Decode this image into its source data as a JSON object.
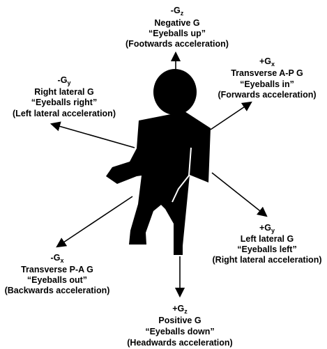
{
  "colors": {
    "figure": "#000000",
    "background": "#ffffff",
    "arrow": "#000000"
  },
  "axes": {
    "neg_gz": {
      "designation": {
        "sign": "-",
        "letter": "G",
        "axis": "z"
      },
      "name": "Negative G",
      "eyeballs": "“Eyeballs up”",
      "acceleration": "(Footwards acceleration)"
    },
    "pos_gx": {
      "designation": {
        "sign": "+",
        "letter": "G",
        "axis": "x"
      },
      "name": "Transverse A-P G",
      "eyeballs": "“Eyeballs in”",
      "acceleration": "(Forwards acceleration)"
    },
    "neg_gy": {
      "designation": {
        "sign": "-",
        "letter": "G",
        "axis": "y"
      },
      "name": "Right lateral G",
      "eyeballs": "“Eyeballs right”",
      "acceleration": "(Left lateral acceleration)"
    },
    "pos_gy": {
      "designation": {
        "sign": "+",
        "letter": "G",
        "axis": "y"
      },
      "name": "Left lateral G",
      "eyeballs": "“Eyeballs left”",
      "acceleration": "(Right lateral acceleration)"
    },
    "neg_gx": {
      "designation": {
        "sign": "-",
        "letter": "G",
        "axis": "x"
      },
      "name": "Transverse P-A G",
      "eyeballs": "“Eyeballs out”",
      "acceleration": "(Backwards acceleration)"
    },
    "pos_gz": {
      "designation": {
        "sign": "+",
        "letter": "G",
        "axis": "z"
      },
      "name": "Positive G",
      "eyeballs": "“Eyeballs down”",
      "acceleration": "(Headwards acceleration)"
    }
  }
}
